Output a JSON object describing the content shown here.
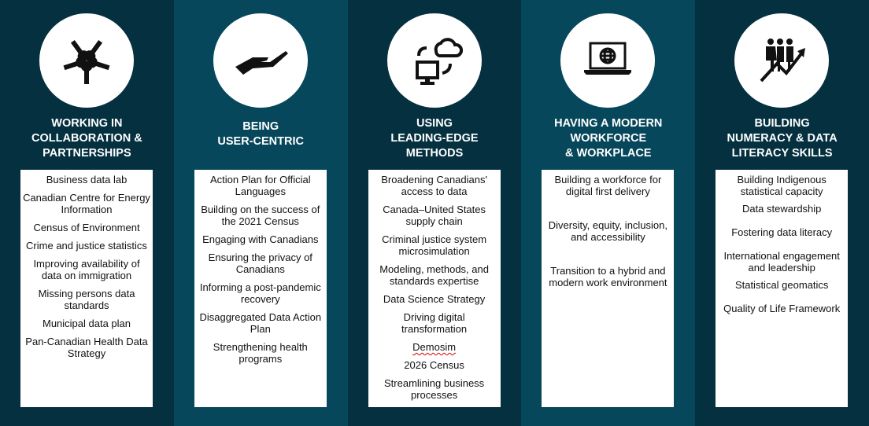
{
  "columns": [
    {
      "icon": "hands-collaboration-icon",
      "title": [
        "WORKING IN",
        "COLLABORATION &",
        "PARTNERSHIPS"
      ],
      "items": [
        "Business data lab",
        "Canadian Centre for Energy Information",
        "Census of Environment",
        "Crime and justice statistics",
        "Improving availability of data on immigration",
        "Missing persons data standards",
        "Municipal data plan",
        "Pan-Canadian Health Data Strategy"
      ]
    },
    {
      "icon": "open-hand-icon",
      "title": [
        "BEING",
        "USER-CENTRIC"
      ],
      "items": [
        "Action Plan for Official Languages",
        "Building on the success of the 2021 Census",
        "Engaging with Canadians",
        "Ensuring the privacy of Canadians",
        "Informing a post-pandemic recovery",
        "Disaggregated Data Action Plan",
        "Strengthening health programs"
      ]
    },
    {
      "icon": "computer-cloud-sync-icon",
      "title": [
        "USING",
        "LEADING-EDGE",
        "METHODS"
      ],
      "items": [
        "Broadening Canadians' access to data",
        "Canada–United States supply chain",
        "Criminal justice system microsimulation",
        "Modeling, methods, and standards expertise",
        "Data Science Strategy",
        "Driving digital transformation",
        "Demosim",
        "2026 Census",
        "Streamlining business processes"
      ]
    },
    {
      "icon": "laptop-globe-icon",
      "title": [
        "HAVING A MODERN",
        "WORKFORCE",
        "& WORKPLACE"
      ],
      "items": [
        "Building a workforce for digital first delivery",
        "Diversity, equity, inclusion, and accessibility",
        "Transition to a hybrid and modern work environment"
      ]
    },
    {
      "icon": "people-growth-chart-icon",
      "title": [
        "BUILDING",
        "NUMERACY & DATA",
        "LITERACY SKILLS"
      ],
      "items": [
        "Building Indigenous statistical capacity",
        "Data stewardship",
        "Fostering data literacy",
        "International engagement and leadership",
        "Statistical geomatics",
        "Quality of Life Framework"
      ]
    }
  ],
  "colors": {
    "dark": "#053040",
    "light": "#07475b"
  }
}
